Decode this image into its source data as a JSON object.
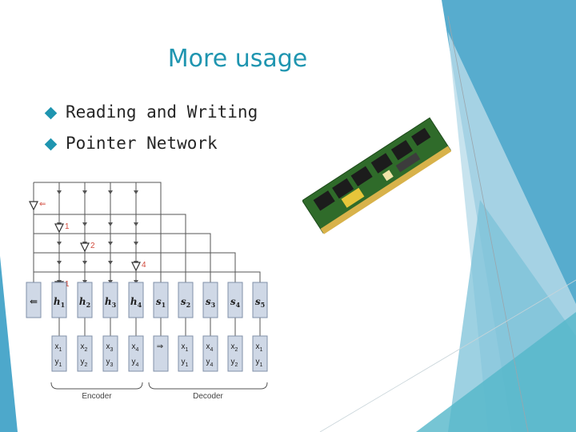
{
  "slide": {
    "title": "More usage",
    "bullets": [
      {
        "text": "Reading and Writing"
      },
      {
        "text": "Pointer Network"
      }
    ]
  },
  "diagram": {
    "arrow_markers": [
      {
        "label": "⇐"
      },
      {
        "label": "1"
      },
      {
        "label": "2"
      },
      {
        "label": "4"
      },
      {
        "label": "1"
      }
    ],
    "cells": [
      {
        "main": "⇐",
        "sub": ""
      },
      {
        "main": "h",
        "sub": "1"
      },
      {
        "main": "h",
        "sub": "2"
      },
      {
        "main": "h",
        "sub": "3"
      },
      {
        "main": "h",
        "sub": "4"
      },
      {
        "main": "s",
        "sub": "1"
      },
      {
        "main": "s",
        "sub": "2"
      },
      {
        "main": "s",
        "sub": "3"
      },
      {
        "main": "s",
        "sub": "4"
      },
      {
        "main": "s",
        "sub": "5"
      }
    ],
    "inputs": [
      {
        "x": "x",
        "xs": "1",
        "y": "y",
        "ys": "1"
      },
      {
        "x": "x",
        "xs": "2",
        "y": "y",
        "ys": "2"
      },
      {
        "x": "x",
        "xs": "3",
        "y": "y",
        "ys": "3"
      },
      {
        "x": "x",
        "xs": "4",
        "y": "y",
        "ys": "4"
      },
      {
        "x": "⇒",
        "xs": "",
        "y": "",
        "ys": ""
      },
      {
        "x": "x",
        "xs": "1",
        "y": "y",
        "ys": "1"
      },
      {
        "x": "x",
        "xs": "4",
        "y": "y",
        "ys": "4"
      },
      {
        "x": "x",
        "xs": "2",
        "y": "y",
        "ys": "2"
      },
      {
        "x": "x",
        "xs": "1",
        "y": "y",
        "ys": "1"
      }
    ],
    "encoder_label": "Encoder",
    "decoder_label": "Decoder"
  },
  "colors": {
    "accent": "#1f95b0",
    "cell_fill": "#cfd8e6",
    "cell_stroke": "#8190a8",
    "line": "#555555",
    "marker_text": "#d24a3c"
  },
  "images": {
    "ram_module": "ram-module-icon"
  }
}
